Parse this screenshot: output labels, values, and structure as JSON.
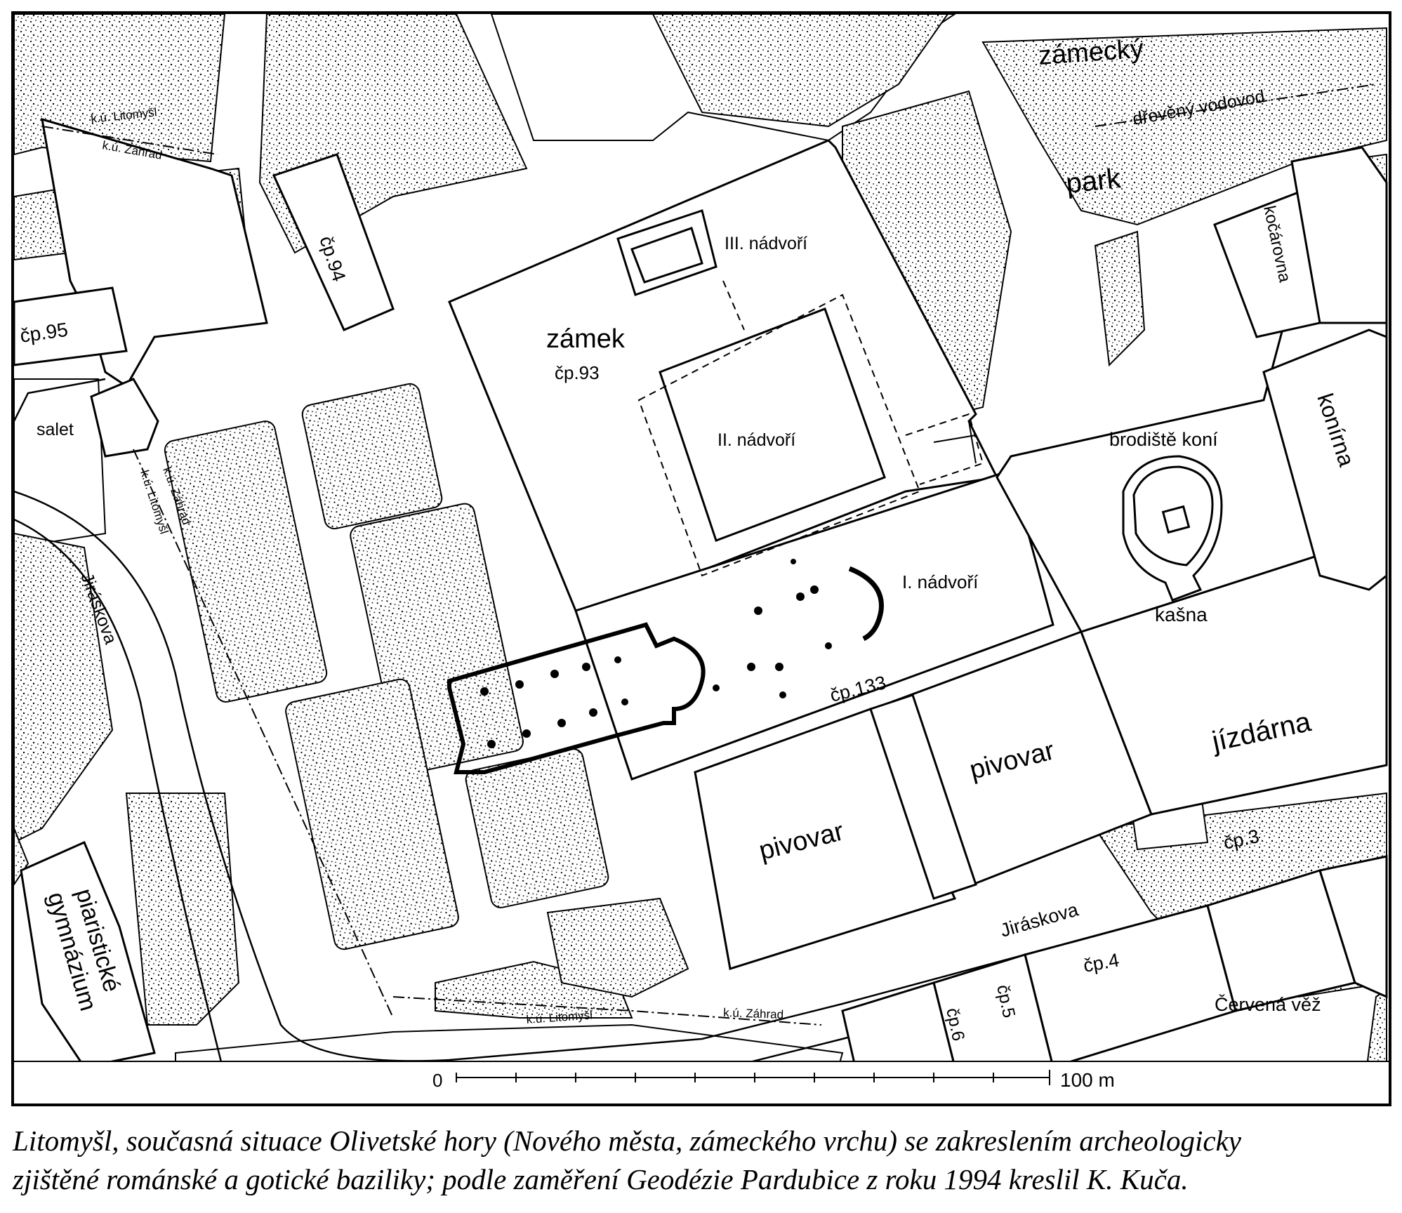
{
  "map": {
    "labels": {
      "zamecky": "zámecký",
      "park": "park",
      "vodovod": "dřevěný vodovod",
      "kocarovna": "kočárovna",
      "konirna": "konírna",
      "brodiste": "brodiště koní",
      "kasna": "kašna",
      "jizdarna": "jízdárna",
      "zamek": "zámek",
      "cp93": "čp.93",
      "nadvori3": "III. nádvoří",
      "nadvori2": "II. nádvoří",
      "nadvori1": "I. nádvoří",
      "cp133": "čp.133",
      "pivovar_left": "pivovar",
      "pivovar_right": "pivovar",
      "cp94": "čp.94",
      "cp95": "čp.95",
      "salet": "salet",
      "ku_litomysl_top": "k.ú. Litomyšl",
      "ku_zahrad_top": "k.ú. Záhrad",
      "ku_zahrad_side": "k.ú. Záhrad",
      "ku_litomysl_side": "k.ú. Litomyšl",
      "jiraskova_left": "Jiráskova",
      "jiraskova_bottom": "Jiráskova",
      "gymnazium_1": "piaristické",
      "gymnazium_2": "gymnázium",
      "cp3": "čp.3",
      "cp4": "čp.4",
      "cp5": "čp.5",
      "cp6": "čp.6",
      "cervena_vez": "Červená věž",
      "ku_litomysl_bottom": "k.ú. Litomyšl",
      "ku_zahrad_bottom": "k.ú. Záhrad"
    },
    "scale": {
      "start": "0",
      "end": "100 m"
    }
  },
  "caption": {
    "line1": "Litomyšl, současná situace Olivetské hory (Nového města, zámeckého vrchu) se zakreslením archeologicky",
    "line2": "zjištěné románské a gotické baziliky; podle zaměření Geodézie Pardubice z roku 1994 kreslil K. Kuča."
  }
}
